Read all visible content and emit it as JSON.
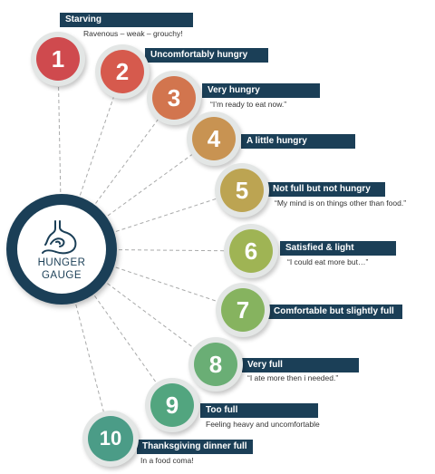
{
  "hub": {
    "line1": "HUNGER",
    "line2": "GAUGE",
    "icon": "stomach-icon"
  },
  "colors": {
    "navy": "#1b3f57",
    "dash": "#a9aaaa",
    "level_fill": [
      "#cf4a4e",
      "#d65a4d",
      "#d2754e",
      "#c89352",
      "#bca452",
      "#9fb454",
      "#86b35f",
      "#6aae75",
      "#52a57f",
      "#4b9c87"
    ]
  },
  "levels": [
    {
      "number": "1",
      "label": "Starving",
      "description": "Ravenous – weak – grouchy!"
    },
    {
      "number": "2",
      "label": "Uncomfortably hungry",
      "description": ""
    },
    {
      "number": "3",
      "label": "Very hungry",
      "description": "“I’m ready to eat now.”"
    },
    {
      "number": "4",
      "label": "A little hungry",
      "description": ""
    },
    {
      "number": "5",
      "label": "Not full but not hungry",
      "description": "“My mind is on things other than food.”"
    },
    {
      "number": "6",
      "label": "Satisfied & light",
      "description": "“I could eat more but…”"
    },
    {
      "number": "7",
      "label": "Comfortable but slightly full",
      "description": ""
    },
    {
      "number": "8",
      "label": "Very full",
      "description": "“I ate more then i needed.”"
    },
    {
      "number": "9",
      "label": "Too full",
      "description": "Feeling heavy and uncomfortable"
    },
    {
      "number": "10",
      "label": "Thanksgiving dinner full",
      "description": "In a food coma!"
    }
  ]
}
